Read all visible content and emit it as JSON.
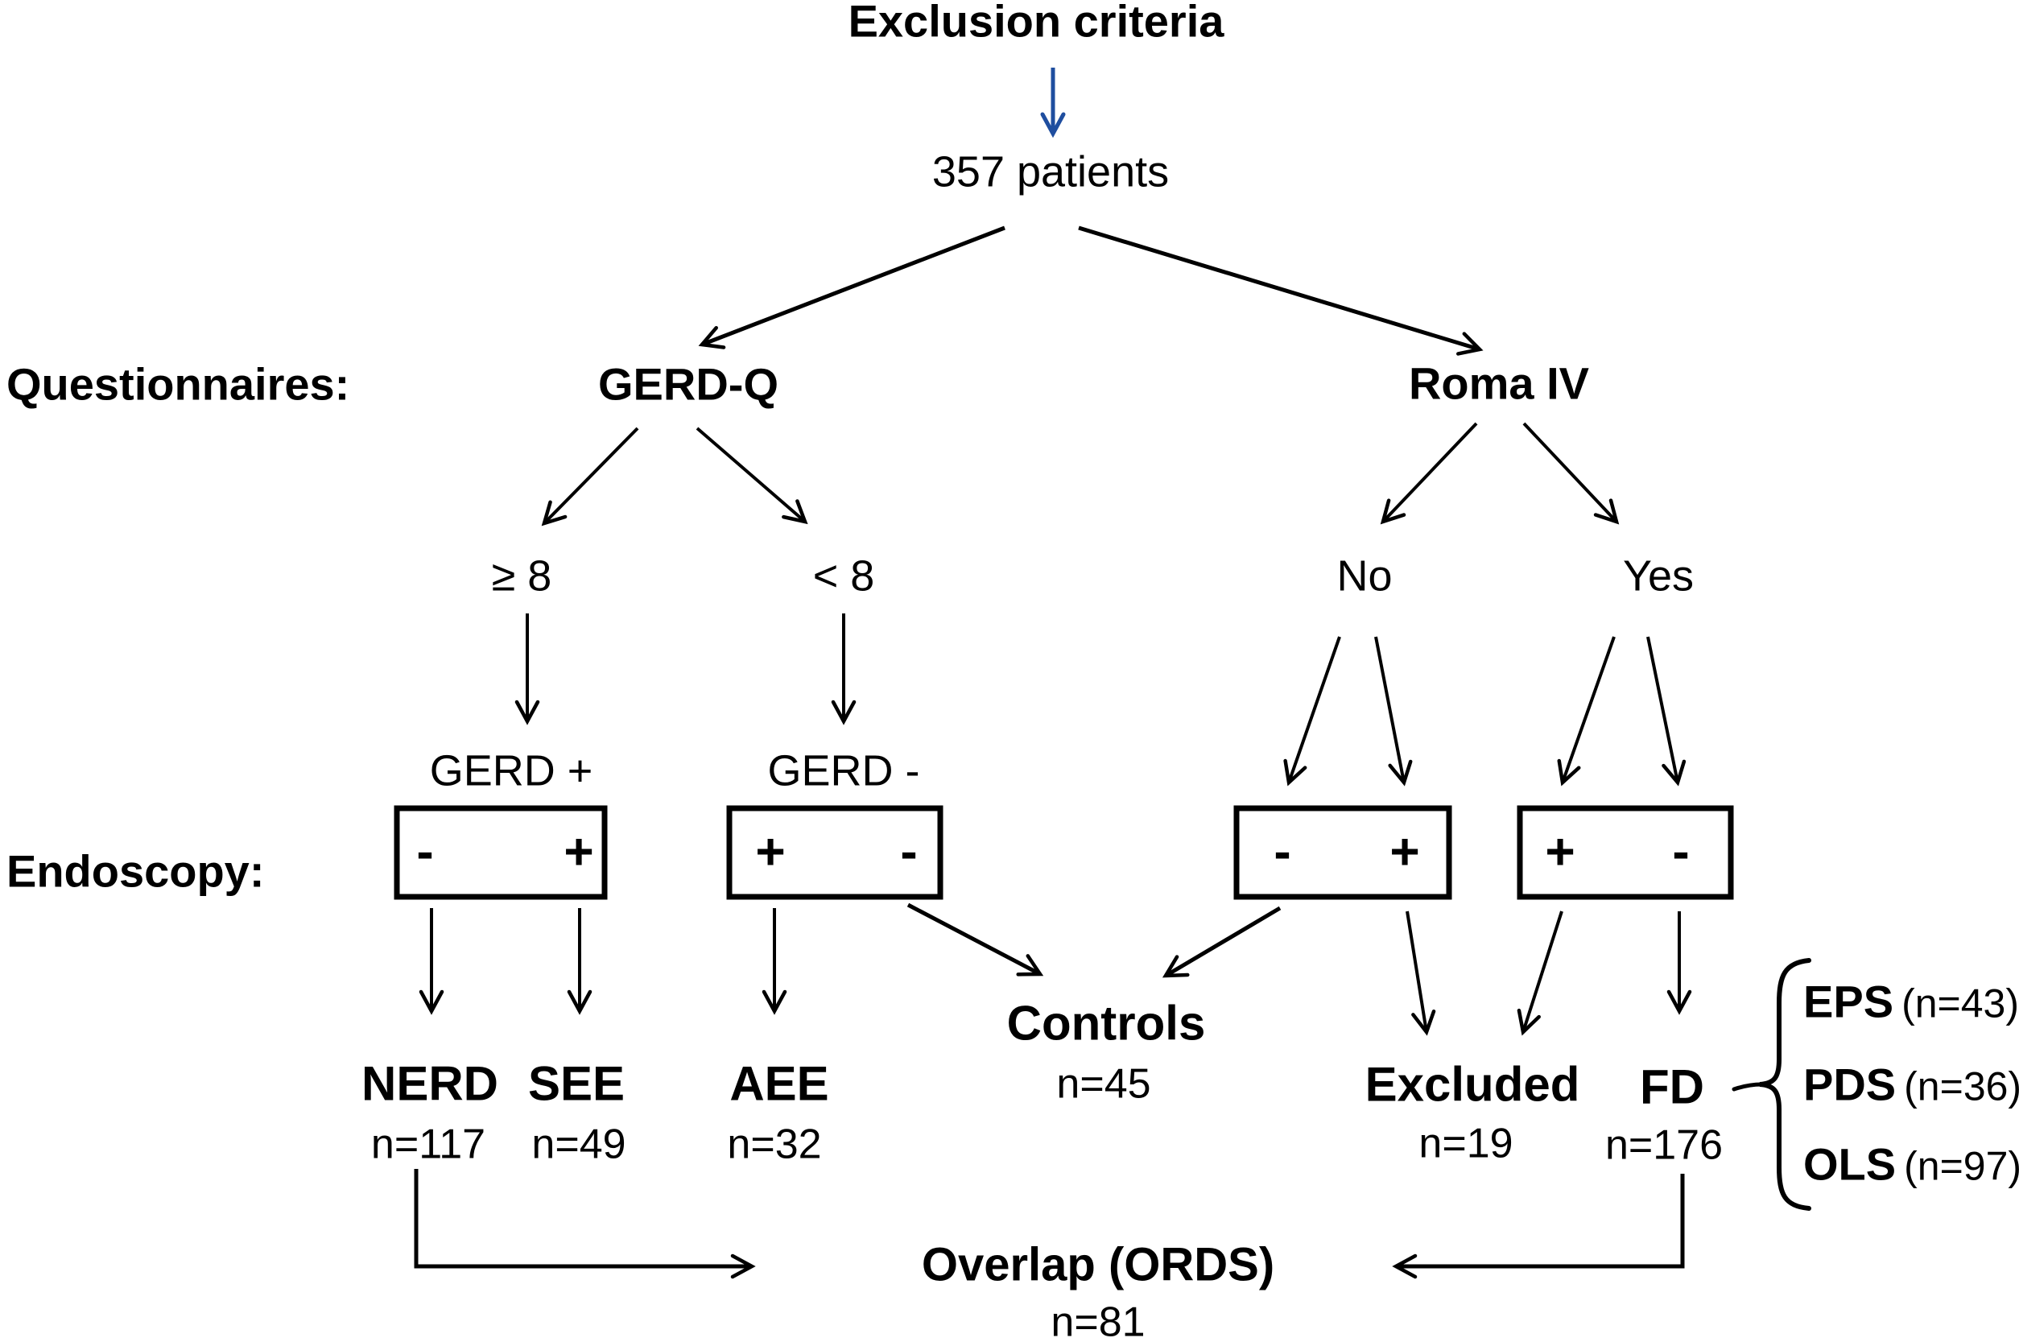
{
  "figure": {
    "exclusion": "Exclusion criteria",
    "patients": "357 patients",
    "rows": {
      "questionnaires": "Questionnaires:",
      "endoscopy": "Endoscopy:"
    },
    "questionnaires": {
      "gerdq": {
        "name": "GERD-Q",
        "high": "≥ 8",
        "low": "< 8"
      },
      "roma": {
        "name": "Roma IV",
        "no": "No",
        "yes": "Yes"
      }
    },
    "gerd_status": {
      "positive": "GERD +",
      "negative": "GERD -"
    },
    "endoscopy_boxes": {
      "gerd_positive": {
        "left": "-",
        "right": "+"
      },
      "gerd_negative": {
        "left": "+",
        "right": "-"
      },
      "roma_no": {
        "left": "-",
        "right": "+"
      },
      "roma_yes": {
        "left": "+",
        "right": "-"
      }
    },
    "outcomes": [
      {
        "label": "NERD",
        "n": "n=117"
      },
      {
        "label": "SEE",
        "n": "n=49"
      },
      {
        "label": "AEE",
        "n": "n=32"
      },
      {
        "label": "Controls",
        "n": "n=45"
      },
      {
        "label": "Excluded",
        "n": "n=19"
      },
      {
        "label": "FD",
        "n": "n=176"
      }
    ],
    "fd_subtypes": [
      {
        "label": "EPS",
        "n": "(n=43)"
      },
      {
        "label": "PDS",
        "n": "(n=36)"
      },
      {
        "label": "OLS",
        "n": "(n=97)"
      }
    ],
    "overlap": {
      "label": "Overlap (ORDS)",
      "n": "n=81"
    },
    "colors": {
      "highlight_arrow": "#1f4e9f",
      "line": "#000000"
    }
  }
}
